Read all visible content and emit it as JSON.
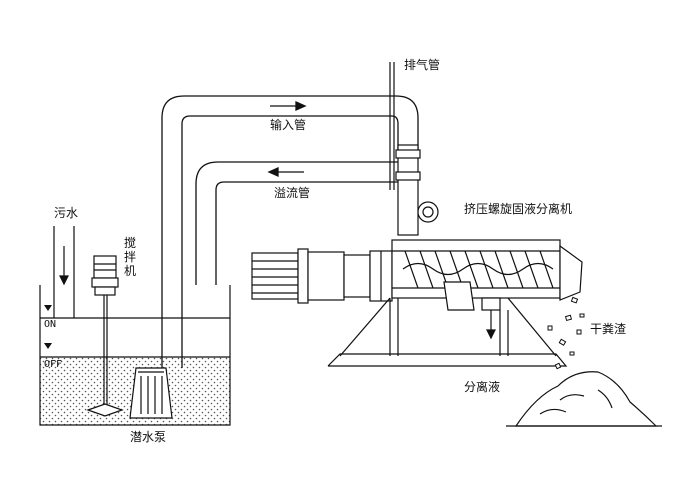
{
  "labels": {
    "vent_pipe": "排气管",
    "inlet_pipe": "输入管",
    "overflow_pipe": "溢流管",
    "separator": "挤压螺旋固液分离机",
    "sewage": "污水",
    "mixer": "搅拌机",
    "level_on": "ON",
    "level_off": "OFF",
    "pump": "潜水泵",
    "dry_residue": "干粪渣",
    "liquid": "分离液"
  },
  "colors": {
    "line": "#111111",
    "water_dots": "#555555",
    "fill": "#ffffff"
  }
}
